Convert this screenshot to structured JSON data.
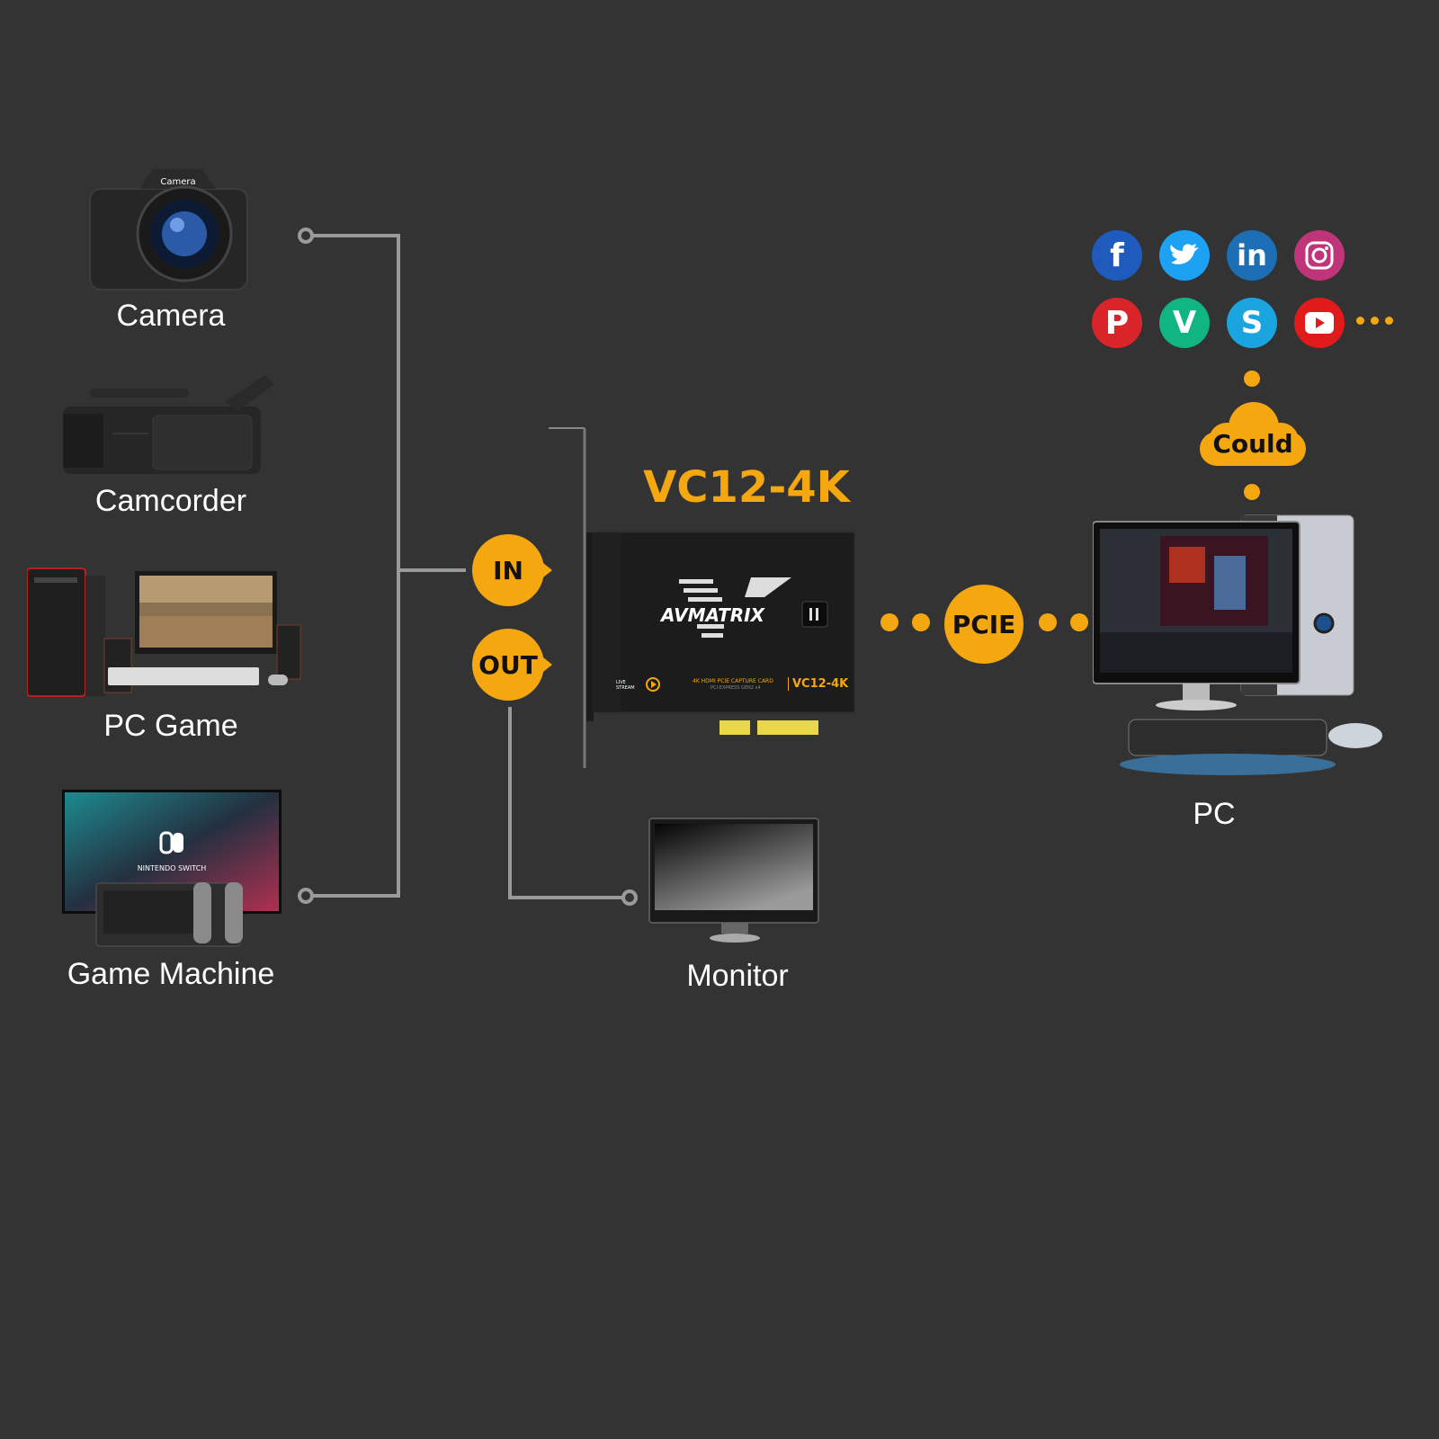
{
  "sources": {
    "camera": {
      "label": "Camera",
      "body_text": "Camera"
    },
    "camcorder": {
      "label": "Camcorder"
    },
    "pc_game": {
      "label": "PC Game"
    },
    "game_machine": {
      "label": "Game Machine",
      "logo_text": "NINTENDO SWITCH"
    }
  },
  "capture_card": {
    "model": "VC12-4K",
    "brand": "AVMATRIX",
    "small_text": "4K HDMI PCIE CAPTURE CARD",
    "small_text_2": "PCI-EXPRESS GEN2 x4",
    "card_model": "VC12-4K",
    "live_text": "LIVE STREAM"
  },
  "ports": {
    "in": "IN",
    "out": "OUT",
    "bus": "PCIE"
  },
  "outputs": {
    "monitor": "Monitor",
    "pc": "PC"
  },
  "cloud": {
    "label": "Could"
  },
  "social_icons": [
    "facebook-icon",
    "twitter-icon",
    "linkedin-icon",
    "instagram-icon",
    "pinterest-icon",
    "vine-icon",
    "skype-icon",
    "youtube-icon"
  ],
  "colors": {
    "background": "#333333",
    "accent": "#f5a70f",
    "connector": "#9a9a9a"
  }
}
